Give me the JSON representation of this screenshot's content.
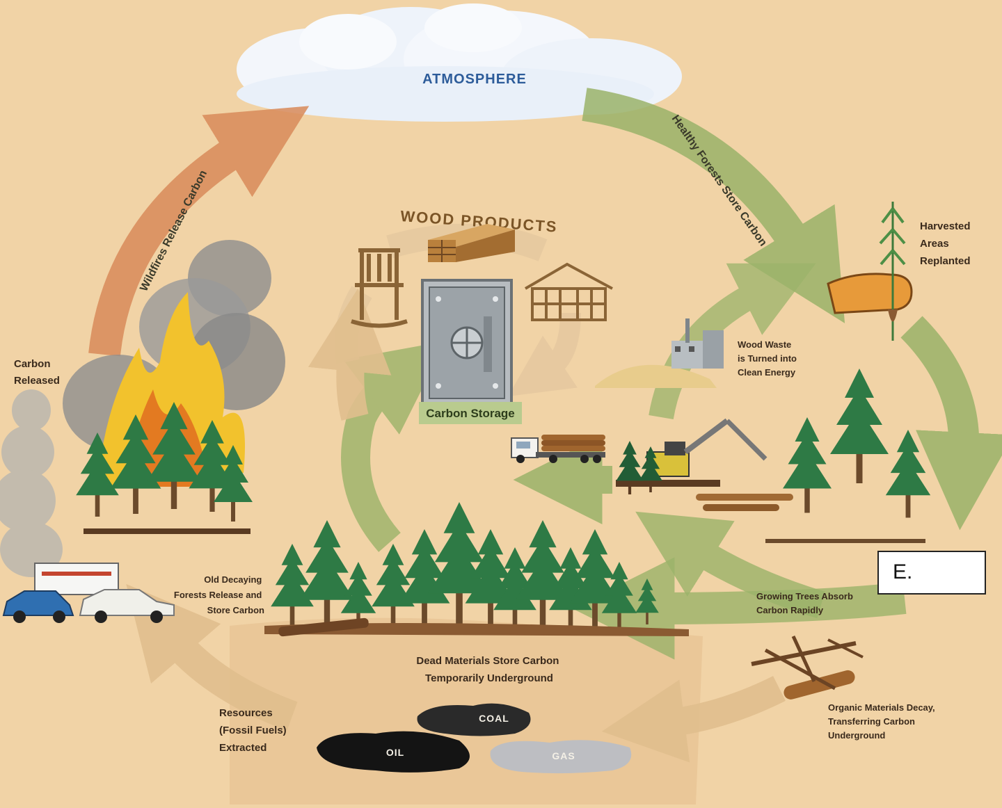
{
  "labels": {
    "atmosphere": "ATMOSPHERE",
    "wood_products": "WOOD PRODUCTS",
    "carbon_storage": "Carbon Storage",
    "healthy_forests": "Healthy Forests Store Carbon",
    "wildfires": "Wildfires Release Carbon",
    "harvested_line1": "Harvested",
    "harvested_line2": "Areas",
    "harvested_line3": "Replanted",
    "wood_waste_line1": "Wood Waste",
    "wood_waste_line2": "is Turned into",
    "wood_waste_line3": "Clean Energy",
    "carbon_released_line1": "Carbon",
    "carbon_released_line2": "Released",
    "old_forests_line1": "Old Decaying",
    "old_forests_line2": "Forests Release and",
    "old_forests_line3": "Store Carbon",
    "growing_trees_line1": "Growing Trees Absorb",
    "growing_trees_line2": "Carbon Rapidly",
    "dead_materials_line1": "Dead Materials Store Carbon",
    "dead_materials_line2": "Temporarily Underground",
    "resources_line1": "Resources",
    "resources_line2": "(Fossil Fuels)",
    "resources_line3": "Extracted",
    "organic_line1": "Organic Materials Decay,",
    "organic_line2": "Transferring Carbon",
    "organic_line3": "Underground",
    "coal": "COAL",
    "oil": "OIL",
    "gas": "GAS"
  },
  "answer_box": {
    "text": "E."
  },
  "colors": {
    "background": "#f1d3a6",
    "green_arrow": "#9bb36a",
    "fire_arrow": "#d98b5a",
    "tan_arrow": "#e1bf8e",
    "tree": "#2e7a45",
    "atmosphere_text": "#2d5c9a"
  }
}
